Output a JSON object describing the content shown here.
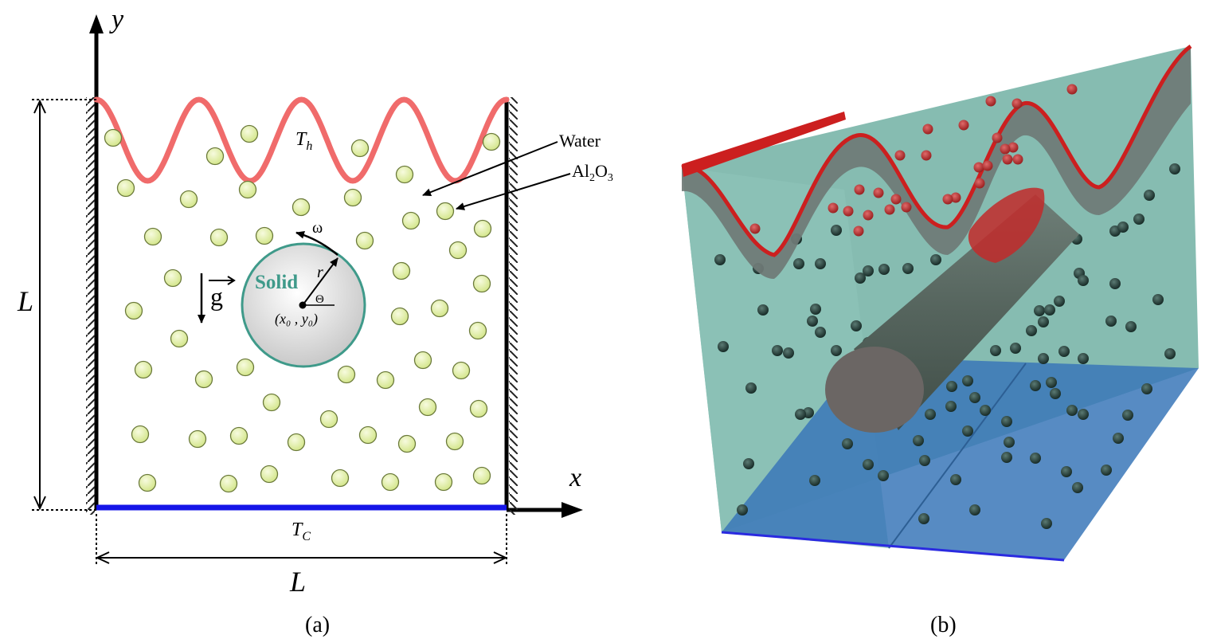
{
  "panel_a": {
    "axis_x_label": "x",
    "axis_y_label": "y",
    "top_wall_label": "T",
    "top_wall_sub": "h",
    "bottom_wall_label": "T",
    "bottom_wall_sub": "C",
    "left_dim_label": "L",
    "bottom_dim_label": "L",
    "gravity_label": "g",
    "solid_label": "Solid",
    "omega_label": "ω",
    "radius_label": "r",
    "theta_label": "Θ",
    "center_label": "(x₀ , y₀)",
    "water_label": "Water",
    "alumina_label_al": "Al",
    "alumina_sub_2": "2",
    "alumina_label_o": "O",
    "alumina_sub_3": "3",
    "caption": "(a)",
    "colors": {
      "hot_wall": "#f06b6b",
      "cold_wall": "#1515e8",
      "particle_fill": "#e3f0a6",
      "solid_edge": "#3f9a8a",
      "solid_text": "#3f9a8a"
    }
  },
  "panel_b": {
    "caption": "(b)",
    "colors": {
      "fluid": "#7fb8ad",
      "hot_wall": "#cc1f1f",
      "cold_wall": "#3a77b8",
      "cylinder": "#5a6a63",
      "particles_dark": "#23403a",
      "particles_hot": "#b52a2a"
    }
  }
}
